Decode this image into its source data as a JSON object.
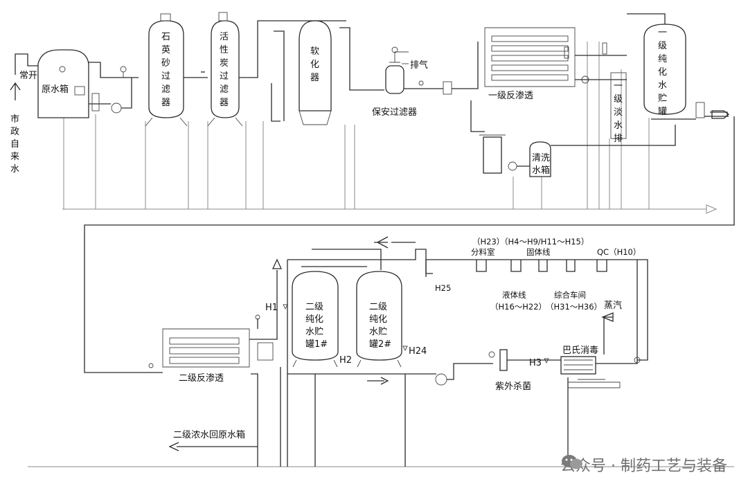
{
  "top": {
    "city_water": "市政自来水",
    "normally_open": "常开",
    "raw_tank": "原水箱",
    "quartz_filter": "石英砂过滤器",
    "carbon_filter": "活性炭过滤器",
    "softener": "软化器",
    "exhaust": "排气",
    "security_filter": "保安过滤器",
    "ro1": "一级反渗透",
    "ro1_concentrate": "一级淡水排",
    "cleaning_tank": "清洗水箱",
    "pw1_tank": "一级纯化水贮罐"
  },
  "bottom": {
    "ro2": "二级反渗透",
    "concentrate_return": "二级浓水回原水箱",
    "pw2_tank1": "二级纯化水贮罐1#",
    "pw2_tank2": "二级纯化水贮罐2#",
    "h1": "H1",
    "h2": "H2",
    "h3": "H3",
    "h24": "H24",
    "h25": "H25",
    "uv": "紫外杀菌",
    "pasteur": "巴氏消毒",
    "steam": "蒸汽",
    "p_h23": "（H23）",
    "p_h4": "（H4～H9/H11～H15）",
    "p_dispense": "分料室",
    "p_solid": "固体线",
    "p_qc": "QC（H10）",
    "p_liquid": "液体线",
    "p_liquid_h": "（H16～H22）",
    "p_workshop": "综合车间",
    "p_workshop_h": "（H31～H36）"
  },
  "watermark": {
    "text": "公众号 · 制药工艺与装备",
    "icon": "wechat-icon"
  }
}
